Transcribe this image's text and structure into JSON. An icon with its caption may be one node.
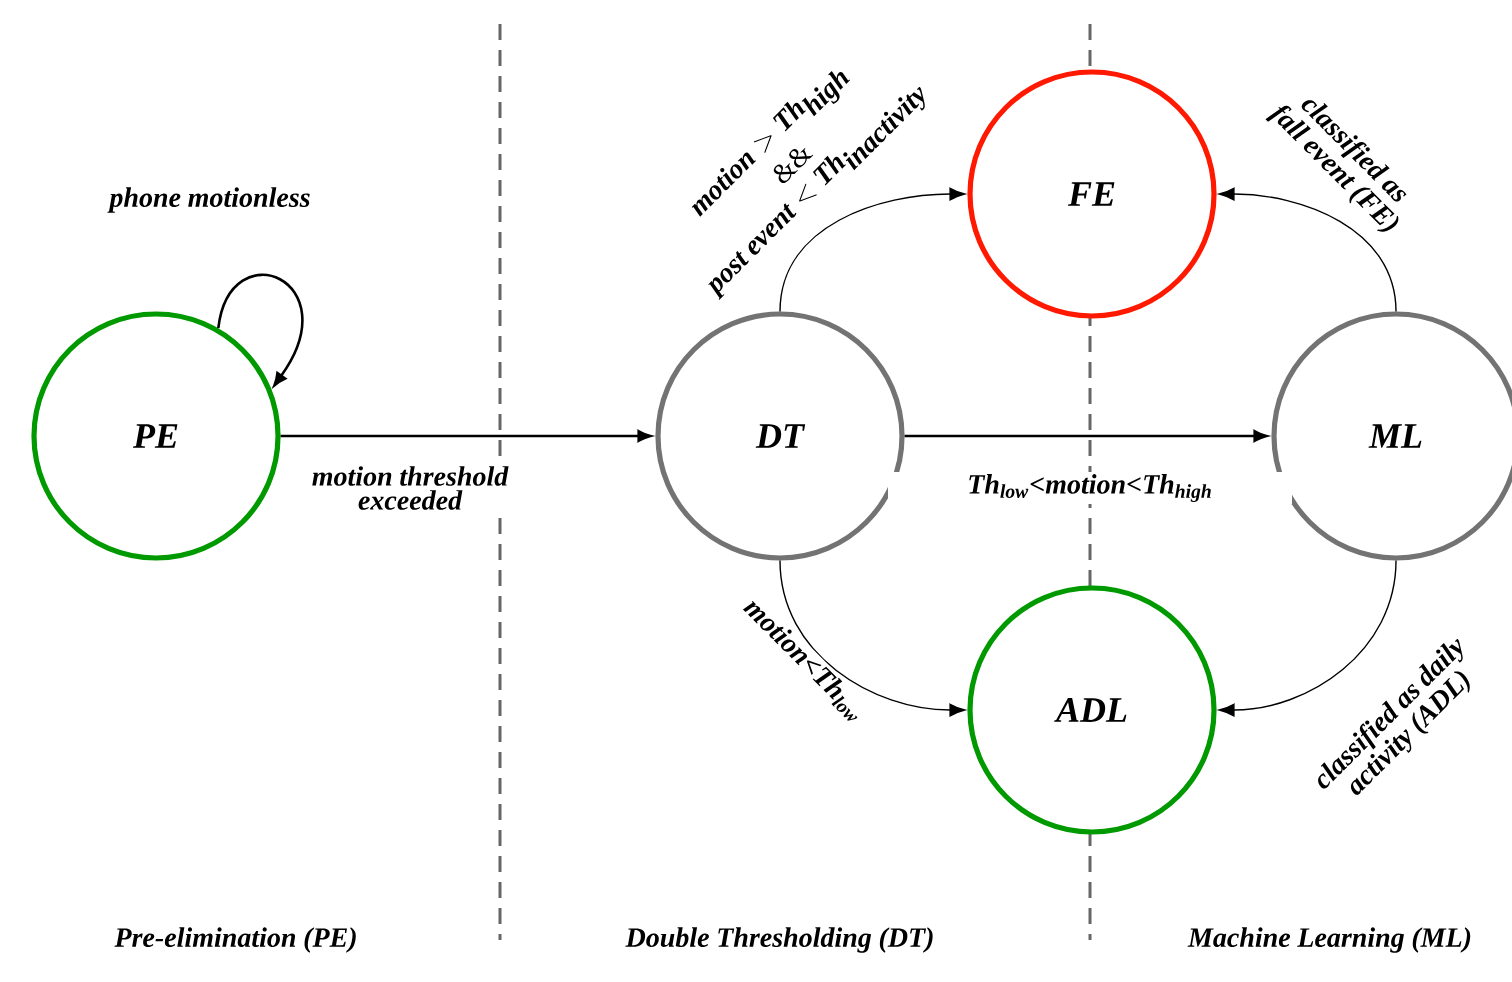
{
  "diagram": {
    "nodes": [
      {
        "text": [
          "PE"
        ]
      },
      {
        "text": [
          "DT"
        ]
      },
      {
        "text": [
          "FE"
        ]
      },
      {
        "text": [
          "ML"
        ]
      },
      {
        "text": [
          "ADL"
        ]
      }
    ],
    "edges": [
      {
        "from": 0,
        "to": 0,
        "arrow": "to",
        "label": "phone motionless"
      },
      {
        "from": 0,
        "to": 1,
        "arrow": "to",
        "label": "motion threshold exceeded"
      },
      {
        "from": 1,
        "to": 2,
        "arrow": "to",
        "label": "\\begin{array}{c}\\textit{motion}>\\textit{Th}_{\\textit{high}}\\\\ \\&\\&\\\\ \\textit{post event}<\\textit{Th}_{\\textit{inactivity}}\\end{array}"
      },
      {
        "from": 1,
        "to": 3,
        "arrow": "to",
        "label": "Th$_{low}$<motion<Th$_{high}$"
      },
      {
        "from": 1,
        "to": 4,
        "arrow": "to",
        "label": "motion<Th$_{low}$"
      },
      {
        "from": 3,
        "to": 2,
        "arrow": "to",
        "label": "classified as fall event (FE)"
      },
      {
        "from": 3,
        "to": 4,
        "arrow": "to",
        "label": "classified as daily activity (ADL)"
      }
    ],
    "labels": [
      "Pre-elimination (PE)",
      "Double Thresholding (DT)",
      "Machine Learning (ML)"
    ]
  }
}
